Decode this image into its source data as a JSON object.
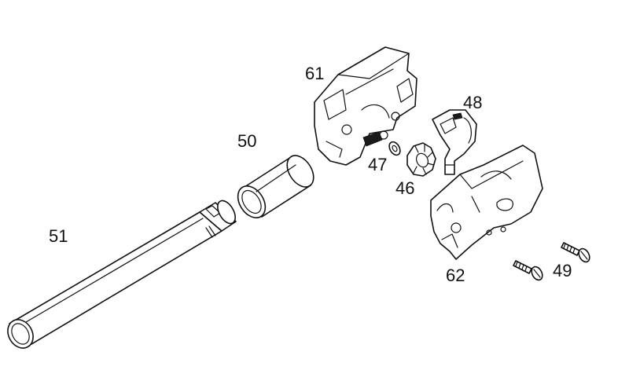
{
  "labels": {
    "barrel": "51",
    "bushing": "50",
    "hopup_upper": "61",
    "hopup_lower": "62",
    "hopup_rubber": "48",
    "adjust_wheel": "46",
    "washer": "47",
    "screws": "49"
  }
}
